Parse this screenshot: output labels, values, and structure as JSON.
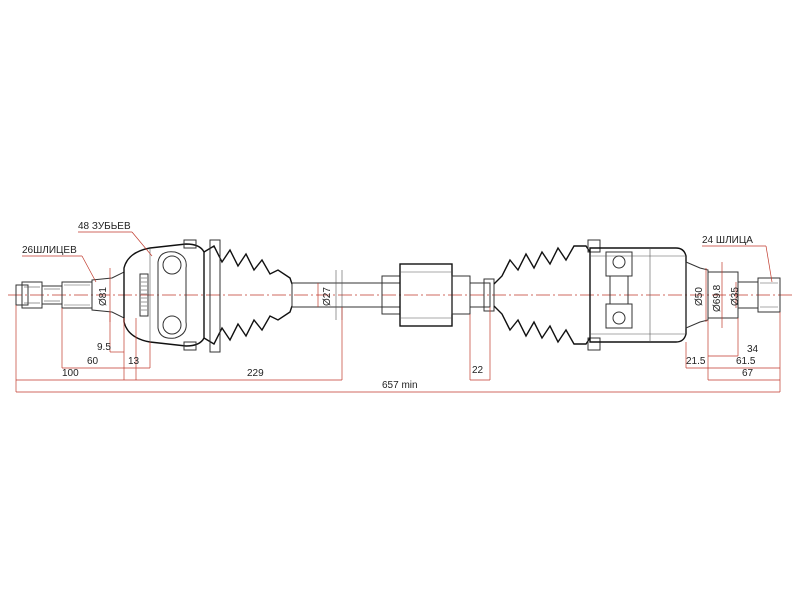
{
  "labels": {
    "teeth": "48 ЗУБЬЕВ",
    "splines_left": "26ШЛИЦЕВ",
    "splines_right": "24 ШЛИЦА"
  },
  "diameters": {
    "d81": "Ø81",
    "d27": "Ø27",
    "d50": "Ø50",
    "d69_8": "Ø69.8",
    "d35": "Ø35"
  },
  "dimensions": {
    "d9_5": "9.5",
    "d60": "60",
    "d13": "13",
    "d100": "100",
    "d229": "229",
    "d22": "22",
    "d21_5": "21.5",
    "d34": "34",
    "d61_5": "61.5",
    "d67": "67",
    "total": "657 min"
  },
  "colors": {
    "outline": "#333333",
    "dimension": "#c0392b"
  }
}
